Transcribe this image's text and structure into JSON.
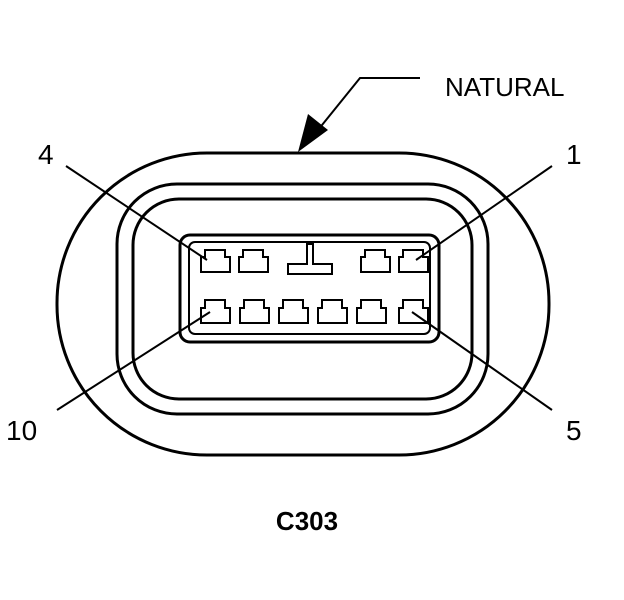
{
  "connector": {
    "name": "C303",
    "color_label": "NATURAL"
  },
  "pin_labels": {
    "top_left": "4",
    "top_right": "1",
    "bottom_left": "10",
    "bottom_right": "5"
  }
}
